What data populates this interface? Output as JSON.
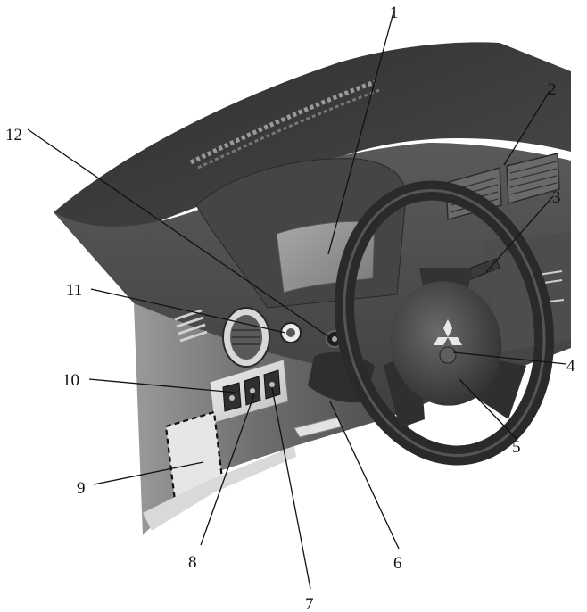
{
  "callouts": [
    {
      "id": 1,
      "label": "1"
    },
    {
      "id": 2,
      "label": "2"
    },
    {
      "id": 3,
      "label": "3"
    },
    {
      "id": 4,
      "label": "4"
    },
    {
      "id": 5,
      "label": "5"
    },
    {
      "id": 6,
      "label": "6"
    },
    {
      "id": 7,
      "label": "7"
    },
    {
      "id": 8,
      "label": "8"
    },
    {
      "id": 9,
      "label": "9"
    },
    {
      "id": 10,
      "label": "10"
    },
    {
      "id": 11,
      "label": "11"
    },
    {
      "id": 12,
      "label": "12"
    }
  ],
  "colors": {
    "dashboard_dark": "#3a3a3a",
    "dashboard_mid": "#595959",
    "dashboard_light": "#8c8c8c",
    "panel_light": "#d4d4d4",
    "line": "#111111"
  },
  "icons": {
    "emblem": "three-diamond-emblem-icon"
  }
}
